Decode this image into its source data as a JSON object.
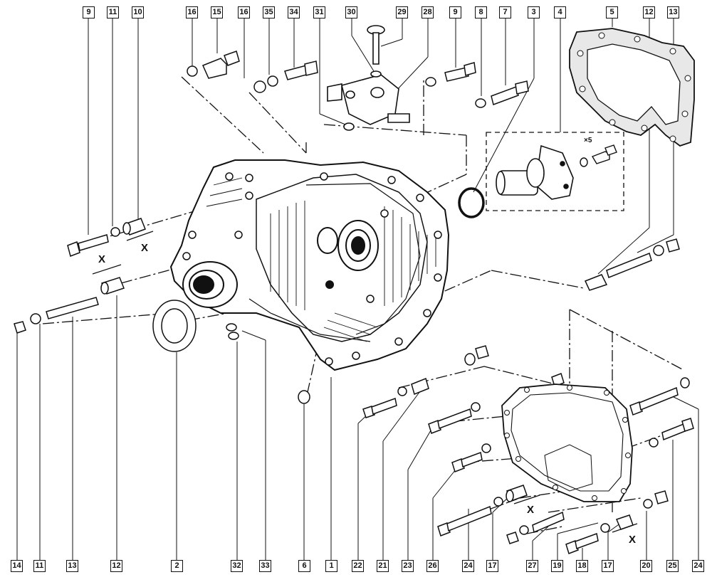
{
  "diagram": {
    "top_labels": [
      "9",
      "11",
      "10",
      "16",
      "15",
      "16",
      "35",
      "34",
      "31",
      "30",
      "29",
      "28",
      "9",
      "8",
      "7",
      "3",
      "4",
      "5",
      "12",
      "13"
    ],
    "bottom_labels": [
      "14",
      "11",
      "13",
      "12",
      "2",
      "32",
      "33",
      "6",
      "1",
      "22",
      "21",
      "23",
      "26",
      "24",
      "17",
      "27",
      "19",
      "18",
      "17",
      "20",
      "25",
      "24"
    ],
    "x_marks": [
      "X",
      "X",
      "X",
      "X"
    ],
    "quantity_note": "×5"
  }
}
